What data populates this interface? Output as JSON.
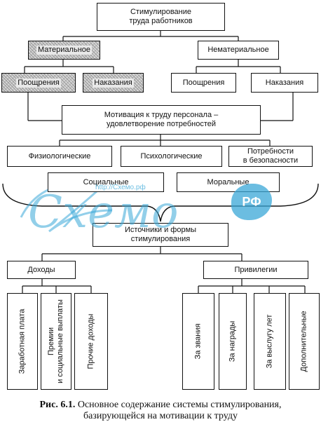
{
  "nodes": {
    "stimulation": "Стимулирование\nтруда работников",
    "material": "Материальное",
    "nonmaterial": "Нематериальное",
    "mat_rewards": "Поощрения",
    "mat_punish": "Наказания",
    "nm_rewards": "Поощрения",
    "nm_punish": "Наказания",
    "motivation": "Мотивация к труду персонала –\nудовлетворение потребностей",
    "physio": "Физиологические",
    "psycho": "Психологические",
    "safety": "Потребности\nв безопасности",
    "social": "Социальные",
    "moral": "Моральные",
    "sources": "Источники и формы\nстимулирования",
    "income": "Доходы",
    "privileges": "Привилегии",
    "salary": "Заработная плата",
    "bonuses": "Премии\nи социальные выплаты",
    "other_income": "Прочие доходы",
    "titles": "За звания",
    "awards": "За награды",
    "seniority": "За выслугу лет",
    "additional": "Дополнительные"
  },
  "caption": {
    "label": "Рис. 6.1.",
    "text": " Основное содержание системы стимулирования,\nбазирующейся на мотивации к труду"
  },
  "watermark": {
    "url": "http://Схемо.рф",
    "logo": "Схемо",
    "suffix": "РФ",
    "color": "#3aa8d8"
  }
}
